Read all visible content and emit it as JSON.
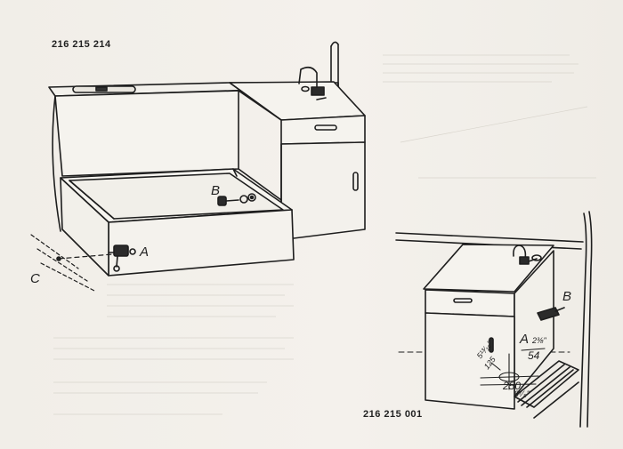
{
  "figure_top": {
    "number": "216 215 214",
    "labels": {
      "a": "A",
      "b": "B",
      "c": "C"
    }
  },
  "figure_bottom": {
    "number": "216 215 001",
    "labels": {
      "a": "A",
      "b": "B"
    },
    "dimensions": {
      "d1": "2⅜\"",
      "d2": "54",
      "d3": "250",
      "d4": "9⁷⁄₈\"",
      "d5": "5¹³⁄₁₆\"",
      "d6": "125"
    }
  }
}
